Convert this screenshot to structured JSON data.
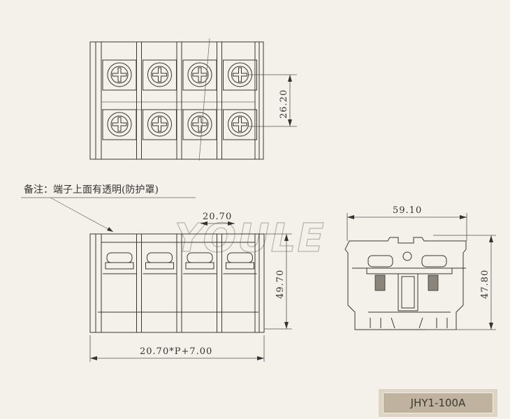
{
  "title": "JHY1-100A",
  "note": "备注：端子上面有透明(防护罩)",
  "watermark": "YOULE",
  "dimensions": {
    "row_pitch": "26.20",
    "pitch": "20.70",
    "height_front": "49.70",
    "length_formula": "20.70*P+7.00",
    "width_side": "59.10",
    "height_side": "47.80"
  },
  "poles": 4
}
